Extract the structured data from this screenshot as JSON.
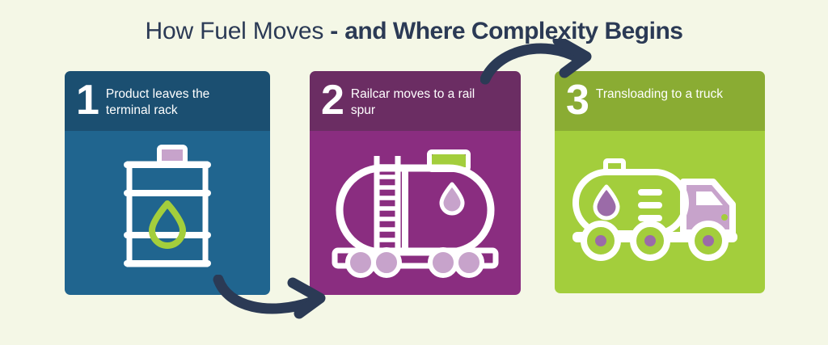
{
  "title": {
    "part_light": "How Fuel Moves ",
    "part_dash": "- ",
    "part_bold": "and Where Complexity Begins"
  },
  "colors": {
    "background": "#f4f7e6",
    "title_text": "#2b3a55",
    "arrow": "#2b3a55",
    "card1_header": "#1b4f71",
    "card1_body": "#20658f",
    "card2_header": "#6b2d63",
    "card2_body": "#8a2d80",
    "card3_header": "#8aac33",
    "card3_body": "#a3ce3c",
    "accent_green": "#a3ce3c",
    "accent_mauve": "#c7a3cb",
    "icon_white": "#ffffff",
    "droplet_purple": "#9b6ba8"
  },
  "steps": [
    {
      "number": "1",
      "text": "Product leaves the terminal rack",
      "icon": "oil-barrel-icon"
    },
    {
      "number": "2",
      "text": "Railcar moves to a rail spur",
      "icon": "rail-tank-car-icon"
    },
    {
      "number": "3",
      "text": "Transloading to a truck",
      "icon": "tanker-truck-icon"
    }
  ],
  "arrows": [
    {
      "name": "arrow-step1-to-step2",
      "from": "1",
      "to": "2",
      "direction": "right"
    },
    {
      "name": "arrow-step2-to-step3",
      "from": "2",
      "to": "3",
      "direction": "right"
    }
  ]
}
